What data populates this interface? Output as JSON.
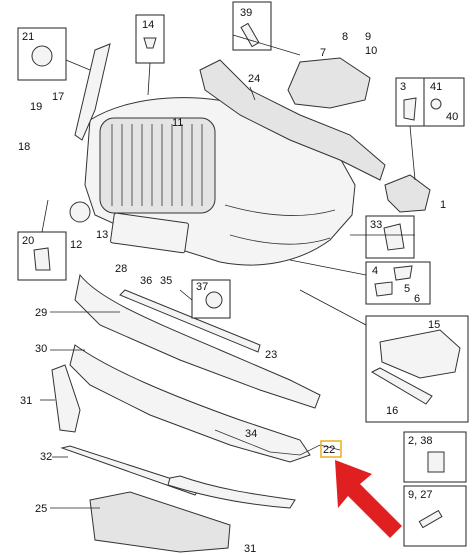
{
  "diagram": {
    "callouts": [
      "39",
      "9",
      "10",
      "8",
      "7",
      "14",
      "21",
      "24",
      "3",
      "41",
      "40",
      "19",
      "17",
      "18",
      "11",
      "1",
      "20",
      "12",
      "13",
      "33",
      "4",
      "5",
      "6",
      "28",
      "36",
      "35",
      "37",
      "29",
      "15",
      "23",
      "16",
      "30",
      "31",
      "34",
      "22",
      "2, 38",
      "9, 27",
      "32",
      "25",
      "31"
    ]
  },
  "colors": {
    "line": "#222222",
    "part_fill": "#f4f4f4",
    "highlight_box": "#e8b020",
    "arrow": "#e02020"
  }
}
